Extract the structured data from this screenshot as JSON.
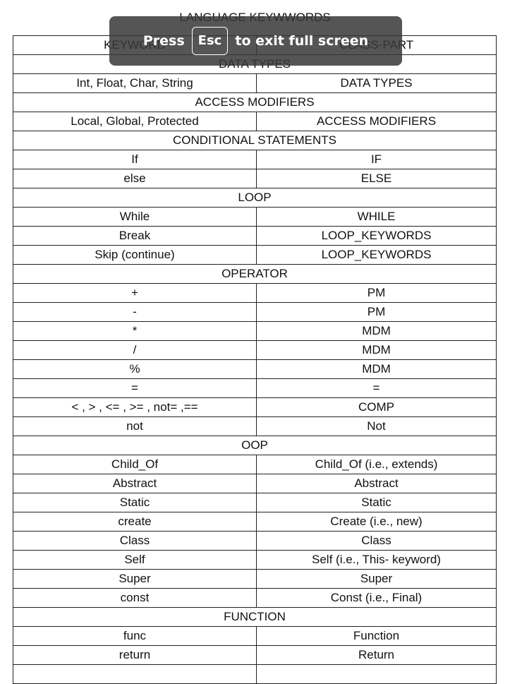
{
  "document": {
    "title": "LANGUAGE KEYWWORDS",
    "table": {
      "header": [
        "KEYWORD",
        "CLASS-PART"
      ],
      "rows": [
        {
          "section": "DATA TYPES"
        },
        {
          "cells": [
            "Int, Float, Char, String",
            "DATA TYPES"
          ]
        },
        {
          "section": "ACCESS MODIFIERS"
        },
        {
          "cells": [
            "Local, Global, Protected",
            "ACCESS MODIFIERS"
          ]
        },
        {
          "section": "CONDITIONAL STATEMENTS"
        },
        {
          "cells": [
            "If",
            "IF"
          ]
        },
        {
          "cells": [
            "else",
            "ELSE"
          ]
        },
        {
          "section": "LOOP"
        },
        {
          "cells": [
            "While",
            "WHILE"
          ]
        },
        {
          "cells": [
            "Break",
            "LOOP_KEYWORDS"
          ]
        },
        {
          "cells": [
            "Skip (continue)",
            "LOOP_KEYWORDS"
          ]
        },
        {
          "section": "OPERATOR"
        },
        {
          "cells": [
            "+",
            "PM"
          ]
        },
        {
          "cells": [
            "-",
            "PM"
          ]
        },
        {
          "cells": [
            "*",
            "MDM"
          ]
        },
        {
          "cells": [
            "/",
            "MDM"
          ]
        },
        {
          "cells": [
            "%",
            "MDM"
          ]
        },
        {
          "cells": [
            "=",
            "="
          ]
        },
        {
          "cells": [
            "< , > , <= , >= , not= ,==",
            "COMP"
          ]
        },
        {
          "cells": [
            "not",
            "Not"
          ]
        },
        {
          "section": "OOP"
        },
        {
          "cells": [
            "Child_Of",
            "Child_Of (i.e., extends)"
          ]
        },
        {
          "cells": [
            "Abstract",
            "Abstract"
          ]
        },
        {
          "cells": [
            "Static",
            "Static"
          ]
        },
        {
          "cells": [
            "create",
            "Create (i.e., new)"
          ]
        },
        {
          "cells": [
            "Class",
            "Class"
          ]
        },
        {
          "cells": [
            "Self",
            "Self (i.e., This- keyword)"
          ]
        },
        {
          "cells": [
            "Super",
            "Super"
          ]
        },
        {
          "cells": [
            "const",
            "Const (i.e., Final)"
          ]
        },
        {
          "section": "FUNCTION"
        },
        {
          "cells": [
            "func",
            "Function"
          ]
        },
        {
          "cells": [
            "return",
            "Return"
          ]
        },
        {
          "cells": [
            "",
            ""
          ]
        }
      ]
    }
  },
  "fullscreen_notice": {
    "press": "Press",
    "key": "Esc",
    "message": "to exit full screen"
  }
}
